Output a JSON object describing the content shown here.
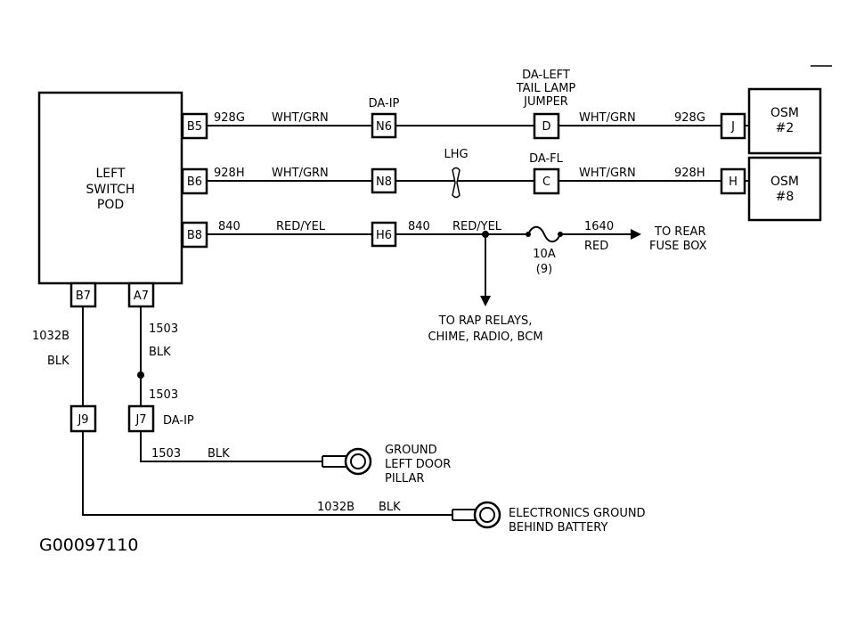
{
  "modules": {
    "left_switch_pod": {
      "line1": "LEFT",
      "line2": "SWITCH",
      "line3": "POD"
    },
    "osm2": {
      "line1": "OSM",
      "line2": "#2"
    },
    "osm8": {
      "line1": "OSM",
      "line2": "#8"
    }
  },
  "pins": {
    "b5": "B5",
    "b6": "B6",
    "b8": "B8",
    "b7": "B7",
    "a7": "A7",
    "n6": "N6",
    "n8": "N8",
    "h6": "H6",
    "d": "D",
    "c": "C",
    "j": "J",
    "h": "H",
    "j9": "J9",
    "j7": "J7"
  },
  "wires": {
    "w928g_left": "928G",
    "wht_grn_1": "WHT/GRN",
    "w928h_left": "928H",
    "wht_grn_2": "WHT/GRN",
    "w840_left": "840",
    "red_yel_1": "RED/YEL",
    "w840_mid": "840",
    "red_yel_2": "RED/YEL",
    "wht_grn_3": "WHT/GRN",
    "w928g_right": "928G",
    "wht_grn_4": "WHT/GRN",
    "w928h_right": "928H",
    "w1640": "1640",
    "red": "RED",
    "w1032b_v": "1032B",
    "blk_v1": "BLK",
    "w1503_v1": "1503",
    "blk_v2": "BLK",
    "w1503_v2": "1503",
    "w1503_h": "1503",
    "blk_h1": "BLK",
    "w1032b_h": "1032B",
    "blk_h2": "BLK"
  },
  "labels": {
    "da_ip_top": "DA-IP",
    "da_left_1": "DA-LEFT",
    "da_left_2": "TAIL LAMP",
    "da_left_3": "JUMPER",
    "lhg": "LHG",
    "da_fl": "DA-FL",
    "fuse_rating": "10A",
    "fuse_num": "(9)",
    "rear_fuse_1": "TO REAR",
    "rear_fuse_2": "FUSE BOX",
    "rap_1": "TO RAP RELAYS,",
    "rap_2": "CHIME, RADIO, BCM",
    "da_ip_bottom": "DA-IP",
    "gnd_door_1": "GROUND",
    "gnd_door_2": "LEFT DOOR",
    "gnd_door_3": "PILLAR",
    "gnd_batt_1": "ELECTRONICS GROUND",
    "gnd_batt_2": "BEHIND BATTERY"
  },
  "figure_id": "G00097110"
}
